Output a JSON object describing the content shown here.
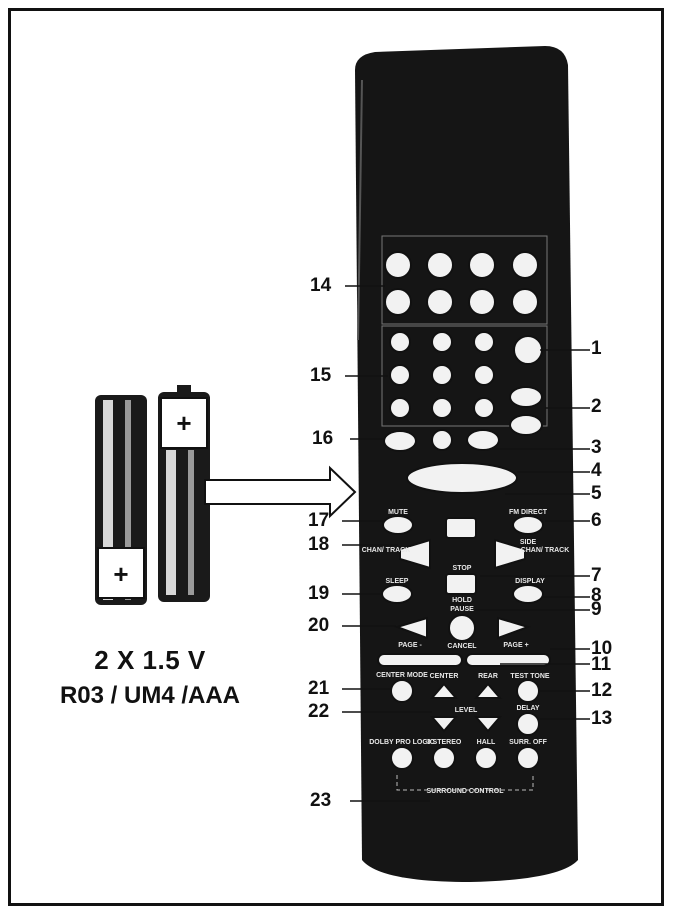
{
  "battery_label": {
    "voltage": "2 X 1.5 V",
    "types": "R03 / UM4 /AAA"
  },
  "callouts": [
    "1",
    "2",
    "3",
    "4",
    "5",
    "6",
    "7",
    "8",
    "9",
    "10",
    "11",
    "12",
    "13",
    "14",
    "15",
    "16",
    "17",
    "18",
    "19",
    "20",
    "21",
    "22",
    "23"
  ],
  "remote_labels": {
    "mute": "MUTE",
    "fm_direct": "FM DIRECT",
    "side": "SIDE",
    "chan_track_left": "CHAN/ TRACK",
    "chan_track_right": "CHAN/ TRACK",
    "stop": "STOP",
    "sleep": "SLEEP",
    "display": "DISPLAY",
    "hold": "HOLD",
    "pause": "PAUSE",
    "page_minus": "PAGE -",
    "page_plus": "PAGE +",
    "cancel": "CANCEL",
    "center_mode": "CENTER MODE",
    "center": "CENTER",
    "rear": "REAR",
    "test_tone": "TEST TONE",
    "level": "LEVEL",
    "delay": "DELAY",
    "dolby_pro_logic": "DOLBY PRO LOGIC",
    "three_stereo": "3 STEREO",
    "hall": "HALL",
    "surr_off": "SURR. OFF",
    "surround_control": "SURROUND CONTROL"
  },
  "colors": {
    "ink": "#111111",
    "paper": "#ffffff",
    "remote_body": "#151515"
  }
}
